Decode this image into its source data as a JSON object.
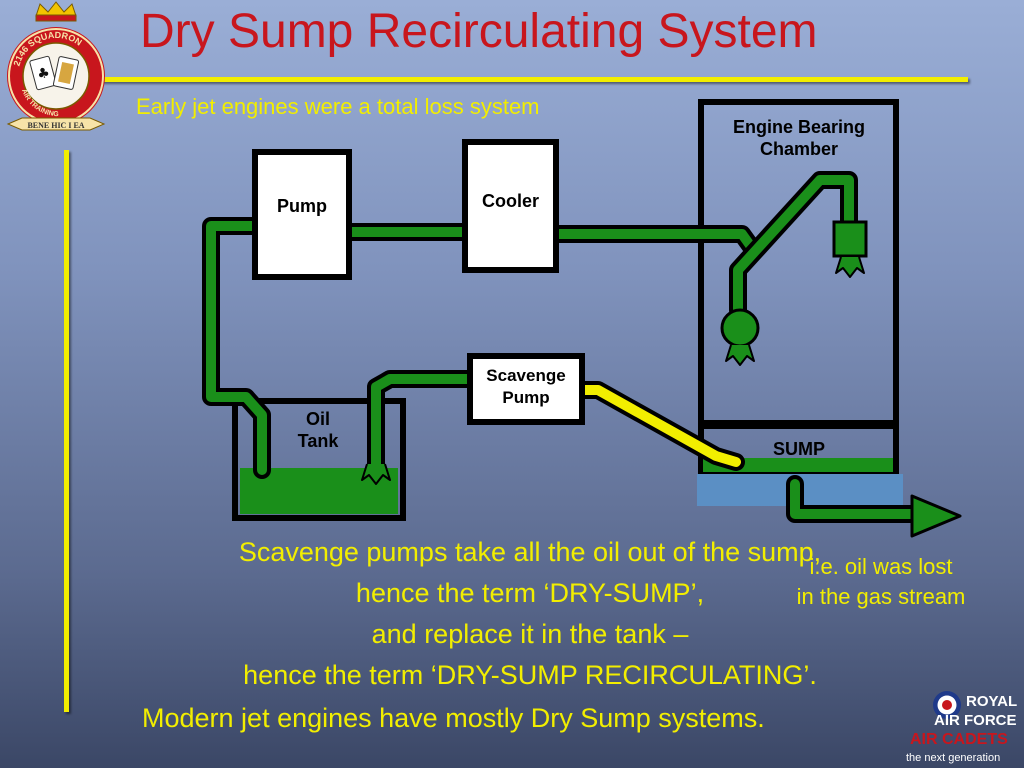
{
  "title": "Dry Sump Recirculating System",
  "subtitle": "Early jet engines were a total loss system",
  "crest": {
    "motto_top": "2146 SQUADRON",
    "motto_side": "AIR TRAINING CORPS",
    "motto_bottom": "BENE HIC I EA"
  },
  "diagram": {
    "pump": "Pump",
    "cooler": "Cooler",
    "chamber_line1": "Engine Bearing",
    "chamber_line2": "Chamber",
    "scavenge_line1": "Scavenge",
    "scavenge_line2": "Pump",
    "tank_line1": "Oil",
    "tank_line2": "Tank",
    "sump": "SUMP"
  },
  "lost_note": {
    "line1": "i.e. oil was lost",
    "line2": "in the gas stream"
  },
  "explanation": {
    "line1": "Scavenge pumps take all the oil out of the sump,",
    "line2_pre": "hence the term ‘",
    "line2_term": "DRY-SUMP",
    "line2_post": "’,",
    "line3": "and replace it in the tank –",
    "line4_pre": "hence the term ‘",
    "line4_term": "DRY-SUMP RECIRCULATING",
    "line4_post": "’."
  },
  "modern": {
    "pre": "Modern jet engines have ",
    "highlight": "mostly Dry Sump",
    "post": " systems."
  },
  "logo": {
    "line1": "ROYAL",
    "line2": "AIR FORCE",
    "line3": "AIR CADETS",
    "line4": "the next generation"
  },
  "colors": {
    "title": "#c8161d",
    "accent_yellow": "#f2ee00",
    "oil_green": "#1a8f1a",
    "pipe_outline": "#000000",
    "sump_blue": "#5b8fc4"
  }
}
